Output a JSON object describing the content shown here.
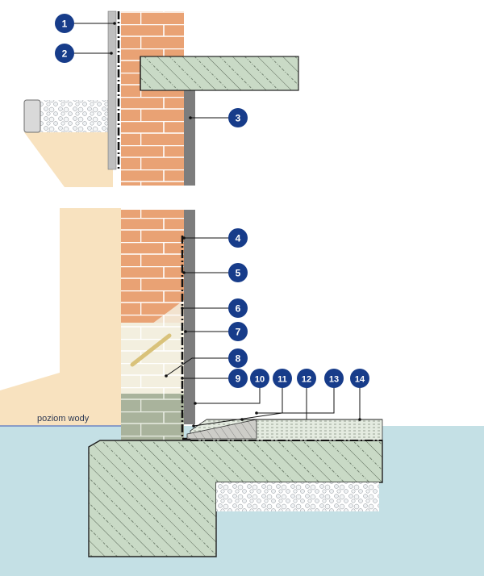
{
  "water_level_label": "poziom wody",
  "colors": {
    "soil": "#f8e2bf",
    "water": "#c4e0e5",
    "water_line": "#6d86c4",
    "brick": "#e9a274",
    "brick_wet": "#d7d3c2",
    "brick_submerged": "#a9b39c",
    "concrete": "#c9dac6",
    "insulation_board": "#7d7d7d",
    "marker": "#173c8a",
    "membrane": "#111111"
  },
  "markers": [
    {
      "label": "1"
    },
    {
      "label": "2"
    },
    {
      "label": "3"
    },
    {
      "label": "4"
    },
    {
      "label": "5"
    },
    {
      "label": "6"
    },
    {
      "label": "7"
    },
    {
      "label": "8"
    },
    {
      "label": "9"
    },
    {
      "label": "10"
    },
    {
      "label": "11"
    },
    {
      "label": "12"
    },
    {
      "label": "13"
    },
    {
      "label": "14"
    }
  ]
}
